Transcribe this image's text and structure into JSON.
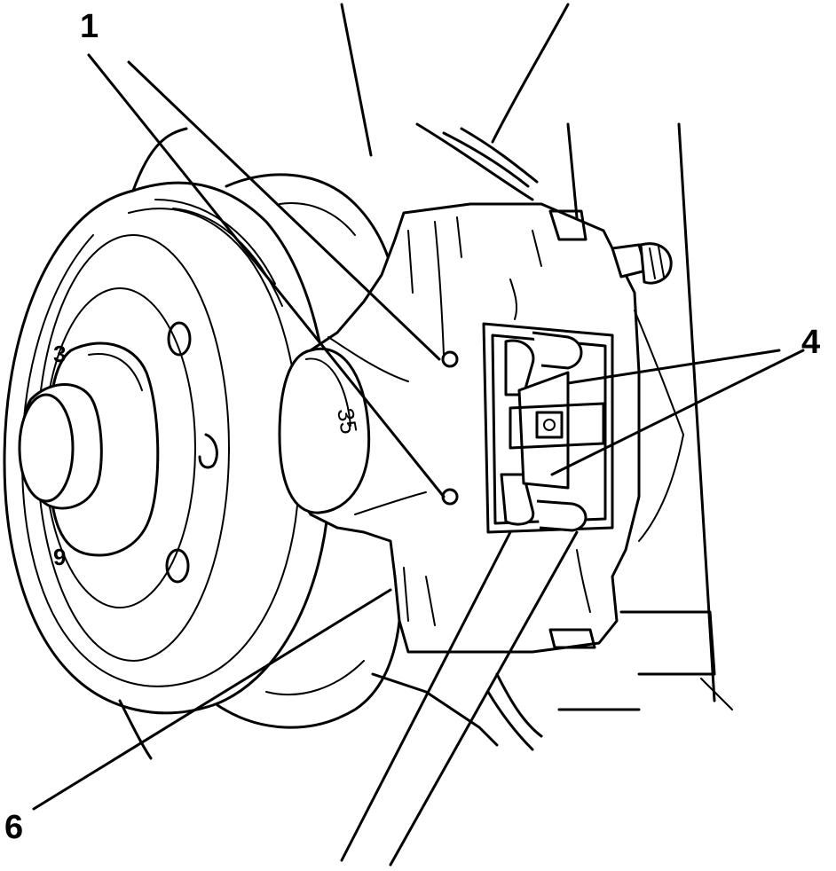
{
  "callouts": [
    {
      "id": "1",
      "label": "1"
    },
    {
      "id": "4",
      "label": "4"
    },
    {
      "id": "6",
      "label": "6"
    }
  ],
  "engravings": {
    "caliper_mark": "35",
    "stud_top": "3",
    "stud_bottom": "9"
  }
}
